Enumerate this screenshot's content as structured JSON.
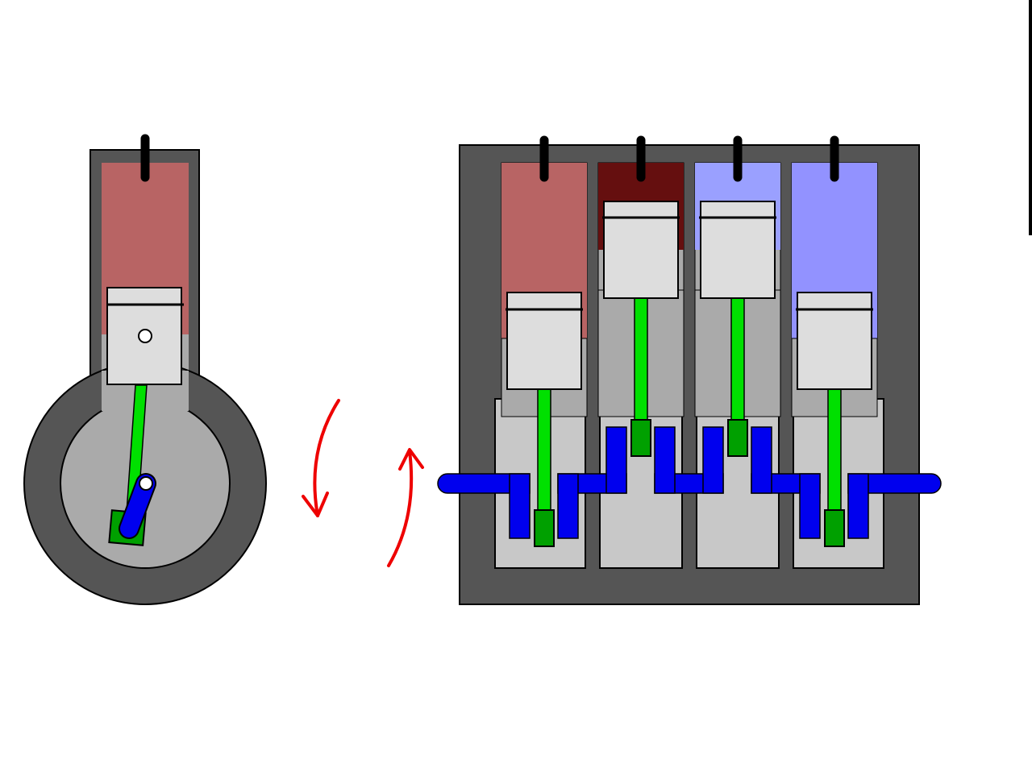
{
  "colors": {
    "background": "#ffffff",
    "engine_block": "#555555",
    "cylinder_bore": "#aaaaaa",
    "crankcase": "#c8c8c8",
    "piston": "#dddddd",
    "connecting_rod": "#00e000",
    "crank_pin": "#00a000",
    "crankshaft": "#0000ee",
    "rotation_arrow": "#ee0000",
    "spark_plug": "#000000",
    "outline": "#000000"
  },
  "cylinder_states": [
    {
      "cylinder": 1,
      "state": "burning",
      "gas_color": "#b86464",
      "piston_position": "bottom"
    },
    {
      "cylinder": 2,
      "state": "compressed-ignition",
      "gas_color": "#650f0f",
      "piston_position": "top"
    },
    {
      "cylinder": 3,
      "state": "intake-fresh",
      "gas_color": "#9aa0ff",
      "piston_position": "top"
    },
    {
      "cylinder": 4,
      "state": "intake",
      "gas_color": "#9292ff",
      "piston_position": "bottom"
    }
  ],
  "side_view": {
    "gas_color": "#b86464",
    "piston_position": "bottom"
  },
  "icons": [
    "spark-plug-icon",
    "rotation-arrow-down-icon",
    "rotation-arrow-up-icon"
  ]
}
